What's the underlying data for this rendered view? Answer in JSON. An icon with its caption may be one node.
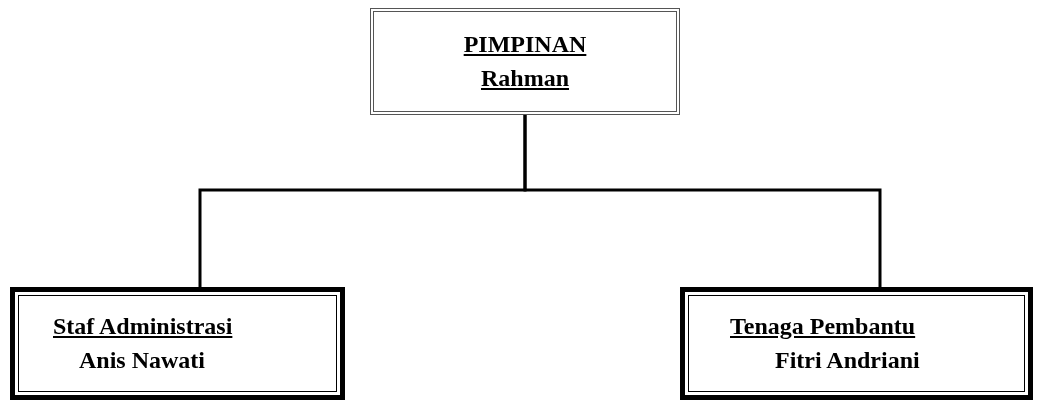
{
  "diagram": {
    "nodes": [
      {
        "text": [
          "PIMPINAN",
          "Rahman"
        ]
      },
      {
        "text": [
          "Staf Administrasi",
          "Anis Nawati"
        ]
      },
      {
        "text": [
          "Tenaga Pembantu",
          "Fitri Andriani"
        ]
      }
    ],
    "edges": [
      {
        "from": 0,
        "to": 1,
        "arrow": "none"
      },
      {
        "from": 0,
        "to": 2,
        "arrow": "none"
      }
    ]
  }
}
